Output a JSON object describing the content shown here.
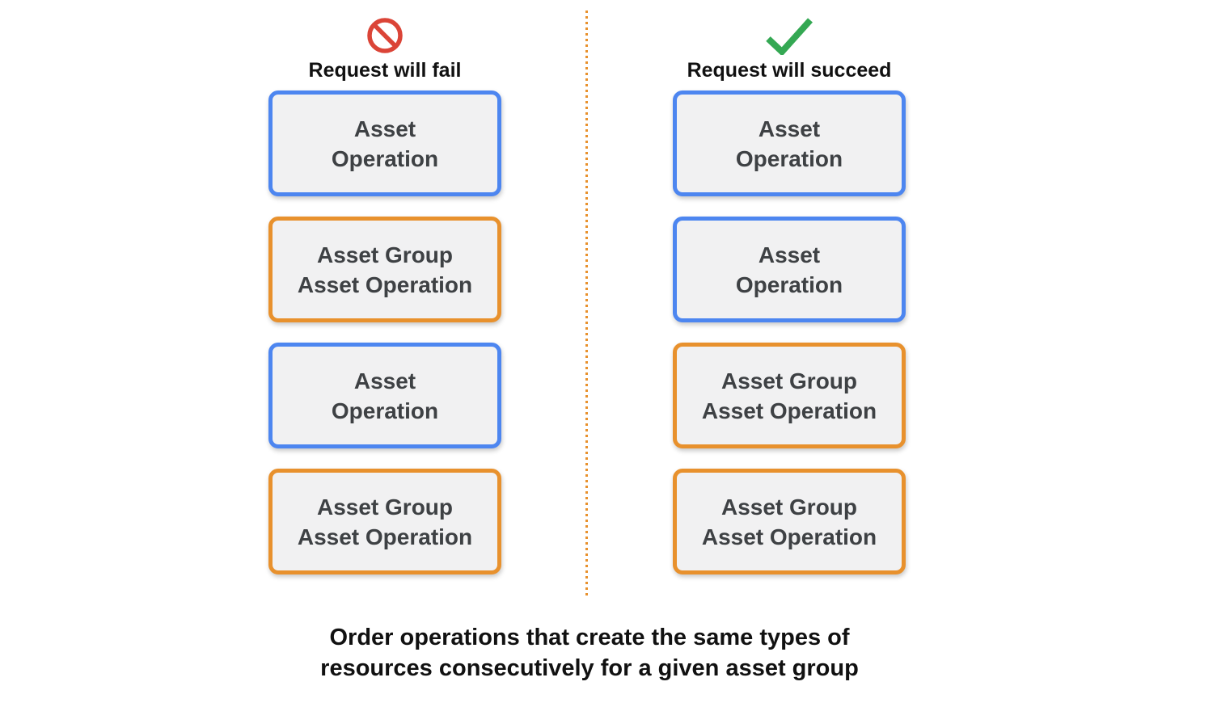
{
  "colors": {
    "blue": "#4D86F0",
    "orange": "#E8912D",
    "box_fill": "#F1F1F2",
    "box_text": "#3E4144",
    "fail_red": "#DB4437",
    "success_green": "#34A853",
    "divider": "#E8912D",
    "heading": "#111111"
  },
  "fail_column": {
    "title": "Request will fail",
    "icon": "prohibition-icon",
    "boxes": [
      {
        "type": "asset",
        "line1": "Asset",
        "line2": "Operation"
      },
      {
        "type": "asset-group",
        "line1": "Asset Group",
        "line2": "Asset Operation"
      },
      {
        "type": "asset",
        "line1": "Asset",
        "line2": "Operation"
      },
      {
        "type": "asset-group",
        "line1": "Asset Group",
        "line2": "Asset Operation"
      }
    ]
  },
  "succeed_column": {
    "title": "Request will succeed",
    "icon": "checkmark-icon",
    "boxes": [
      {
        "type": "asset",
        "line1": "Asset",
        "line2": "Operation"
      },
      {
        "type": "asset",
        "line1": "Asset",
        "line2": "Operation"
      },
      {
        "type": "asset-group",
        "line1": "Asset Group",
        "line2": "Asset Operation"
      },
      {
        "type": "asset-group",
        "line1": "Asset Group",
        "line2": "Asset Operation"
      }
    ]
  },
  "caption": {
    "line1": "Order operations that create the same types of",
    "line2": "resources consecutively for a given asset group"
  }
}
